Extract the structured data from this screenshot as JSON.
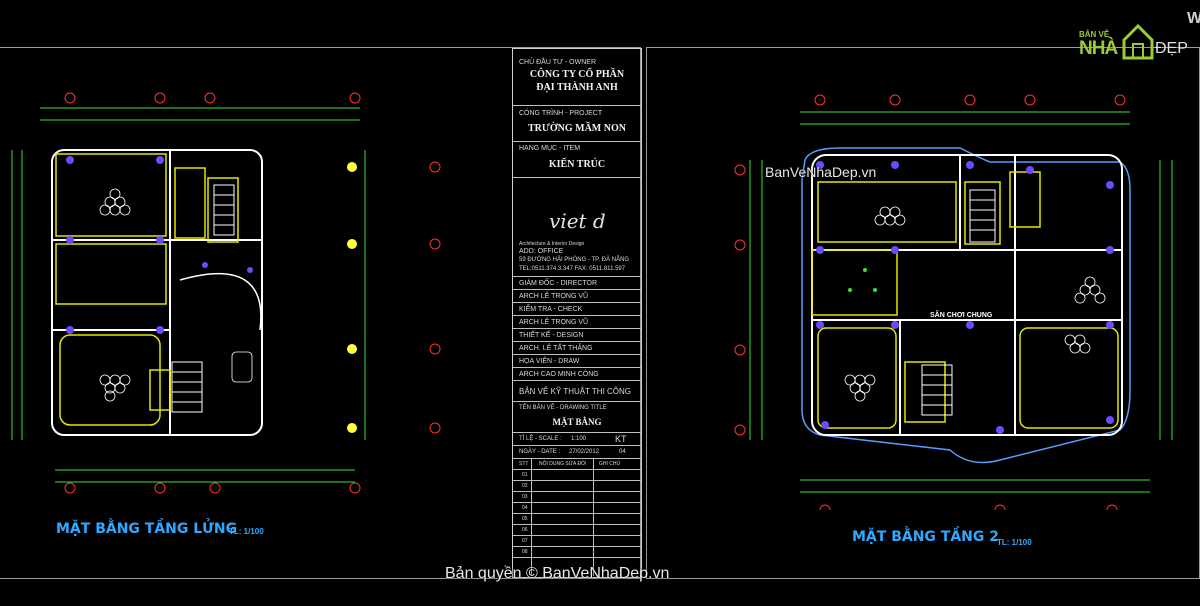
{
  "title_block": {
    "owner_label": "CHỦ ĐẦU TƯ - OWNER",
    "owner_line1": "CÔNG TY CỔ PHẦN",
    "owner_line2": "ĐẠI THÀNH ANH",
    "project_label": "CÔNG TRÌNH - PROJECT",
    "project": "TRƯỜNG MẦM NON",
    "item_label": "HẠNG MỤC - ITEM",
    "item": "KIẾN TRÚC",
    "logo_text": "viet d",
    "firm_line": "Architecture & Interior Design",
    "office_label": "ADD: OFFICE",
    "address": "59 ĐƯỜNG HẢI PHÒNG - TP. ĐÀ NẴNG",
    "phone": "TEL:0511.374.3.347 FAX: 0511.811.597",
    "staff": [
      "GIÁM ĐỐC - DIRECTOR",
      "ARCH LÊ TRỌNG VŨ",
      "KIỂM TRA - CHECK",
      "ARCH LÊ TRỌNG VŨ",
      "THIẾT KẾ - DESIGN",
      "ARCH. LÊ TẤT THẮNG",
      "HỌA VIÊN - DRAW",
      "ARCH CAO MINH CÔNG"
    ],
    "stage": "BẢN VẼ KỸ THUẬT THI CÔNG",
    "drawing_title_label": "TÊN BẢN VẼ - DRAWING TITLE",
    "drawing_title": "MẶT BẰNG",
    "scale_label": "TỈ LỆ - SCALE :",
    "scale_value": "1:100",
    "code": "KT",
    "date_label": "NGÀY - DATE :",
    "date_value": "27/02/2012",
    "sheet_no": "04",
    "revision_headers": [
      "STT",
      "NỘI DUNG SỬA ĐỔI",
      "GHI CHÚ"
    ],
    "revision_rows": [
      "01",
      "02",
      "03",
      "04",
      "05",
      "06",
      "07",
      "08"
    ]
  },
  "left_plan": {
    "title": "MẶT BẰNG TẦNG LỬNG",
    "scale": "TL: 1/100"
  },
  "right_plan": {
    "title": "MẶT BẰNG TẦNG 2",
    "scale": "TL: 1/100",
    "hall_label": "SÂN CHƠI CHUNG"
  },
  "watermarks": {
    "logo_top": "BẢN VẼ",
    "logo_mid": "NHÀ",
    "logo_right": "ĐẸP",
    "center": "BanVeNhaDep.vn",
    "bottom": "Bản quyền © BanVeNhaDep.vn",
    "corner": "W"
  }
}
